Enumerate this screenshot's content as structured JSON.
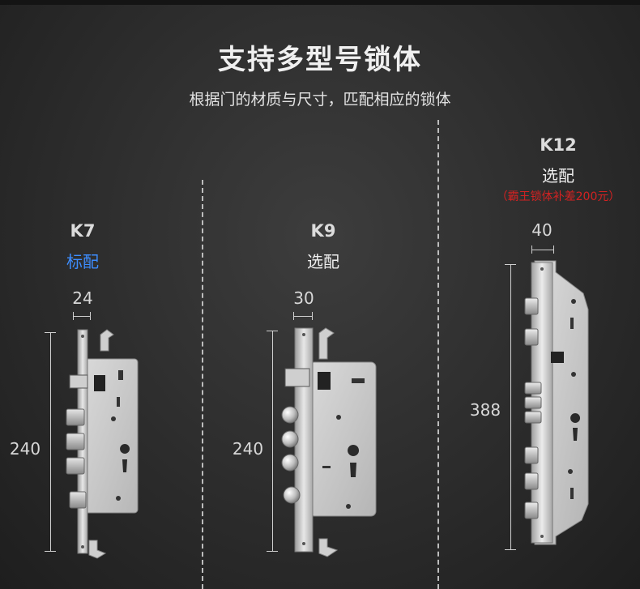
{
  "header": {
    "title": "支持多型号锁体",
    "subtitle": "根据门的材质与尺寸，匹配相应的锁体"
  },
  "locks": [
    {
      "model": "K7",
      "config": "标配",
      "width_label": "24",
      "height_label": "240"
    },
    {
      "model": "K9",
      "config": "选配",
      "width_label": "30",
      "height_label": "240"
    },
    {
      "model": "K12",
      "config": "选配",
      "note": "（霸王锁体补差200元）",
      "width_label": "40",
      "height_label": "388"
    }
  ],
  "colors": {
    "standard_config": "#3d8dff",
    "surcharge_note": "#d32222",
    "background": "#2c2c2c"
  }
}
